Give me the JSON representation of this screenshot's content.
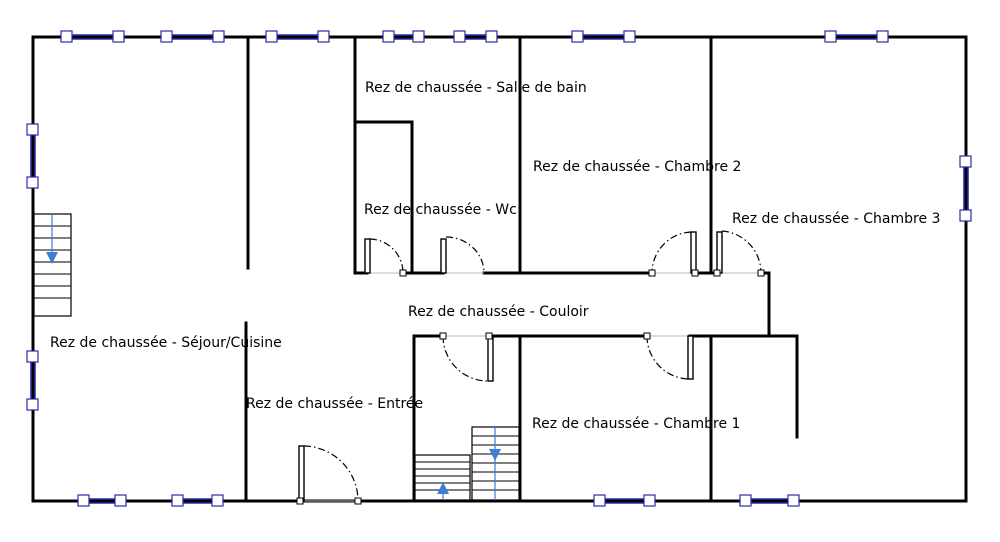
{
  "rooms": {
    "salle_de_bain": "Rez de chaussée - Salle de bain",
    "chambre_2": "Rez de chaussée - Chambre 2",
    "wc": "Rez de chaussée - Wc",
    "chambre_3": "Rez de chaussée - Chambre 3",
    "couloir": "Rez de chaussée - Couloir",
    "sejour_cuisine": "Rez de chaussée - Séjour/Cuisine",
    "entree": "Rez de chaussée - Entrée",
    "chambre_1": "Rez de chaussée - Chambre 1"
  },
  "colors": {
    "wall": "#000000",
    "window": "#2a2aa8",
    "stair_arrow": "#3d7fd6"
  }
}
